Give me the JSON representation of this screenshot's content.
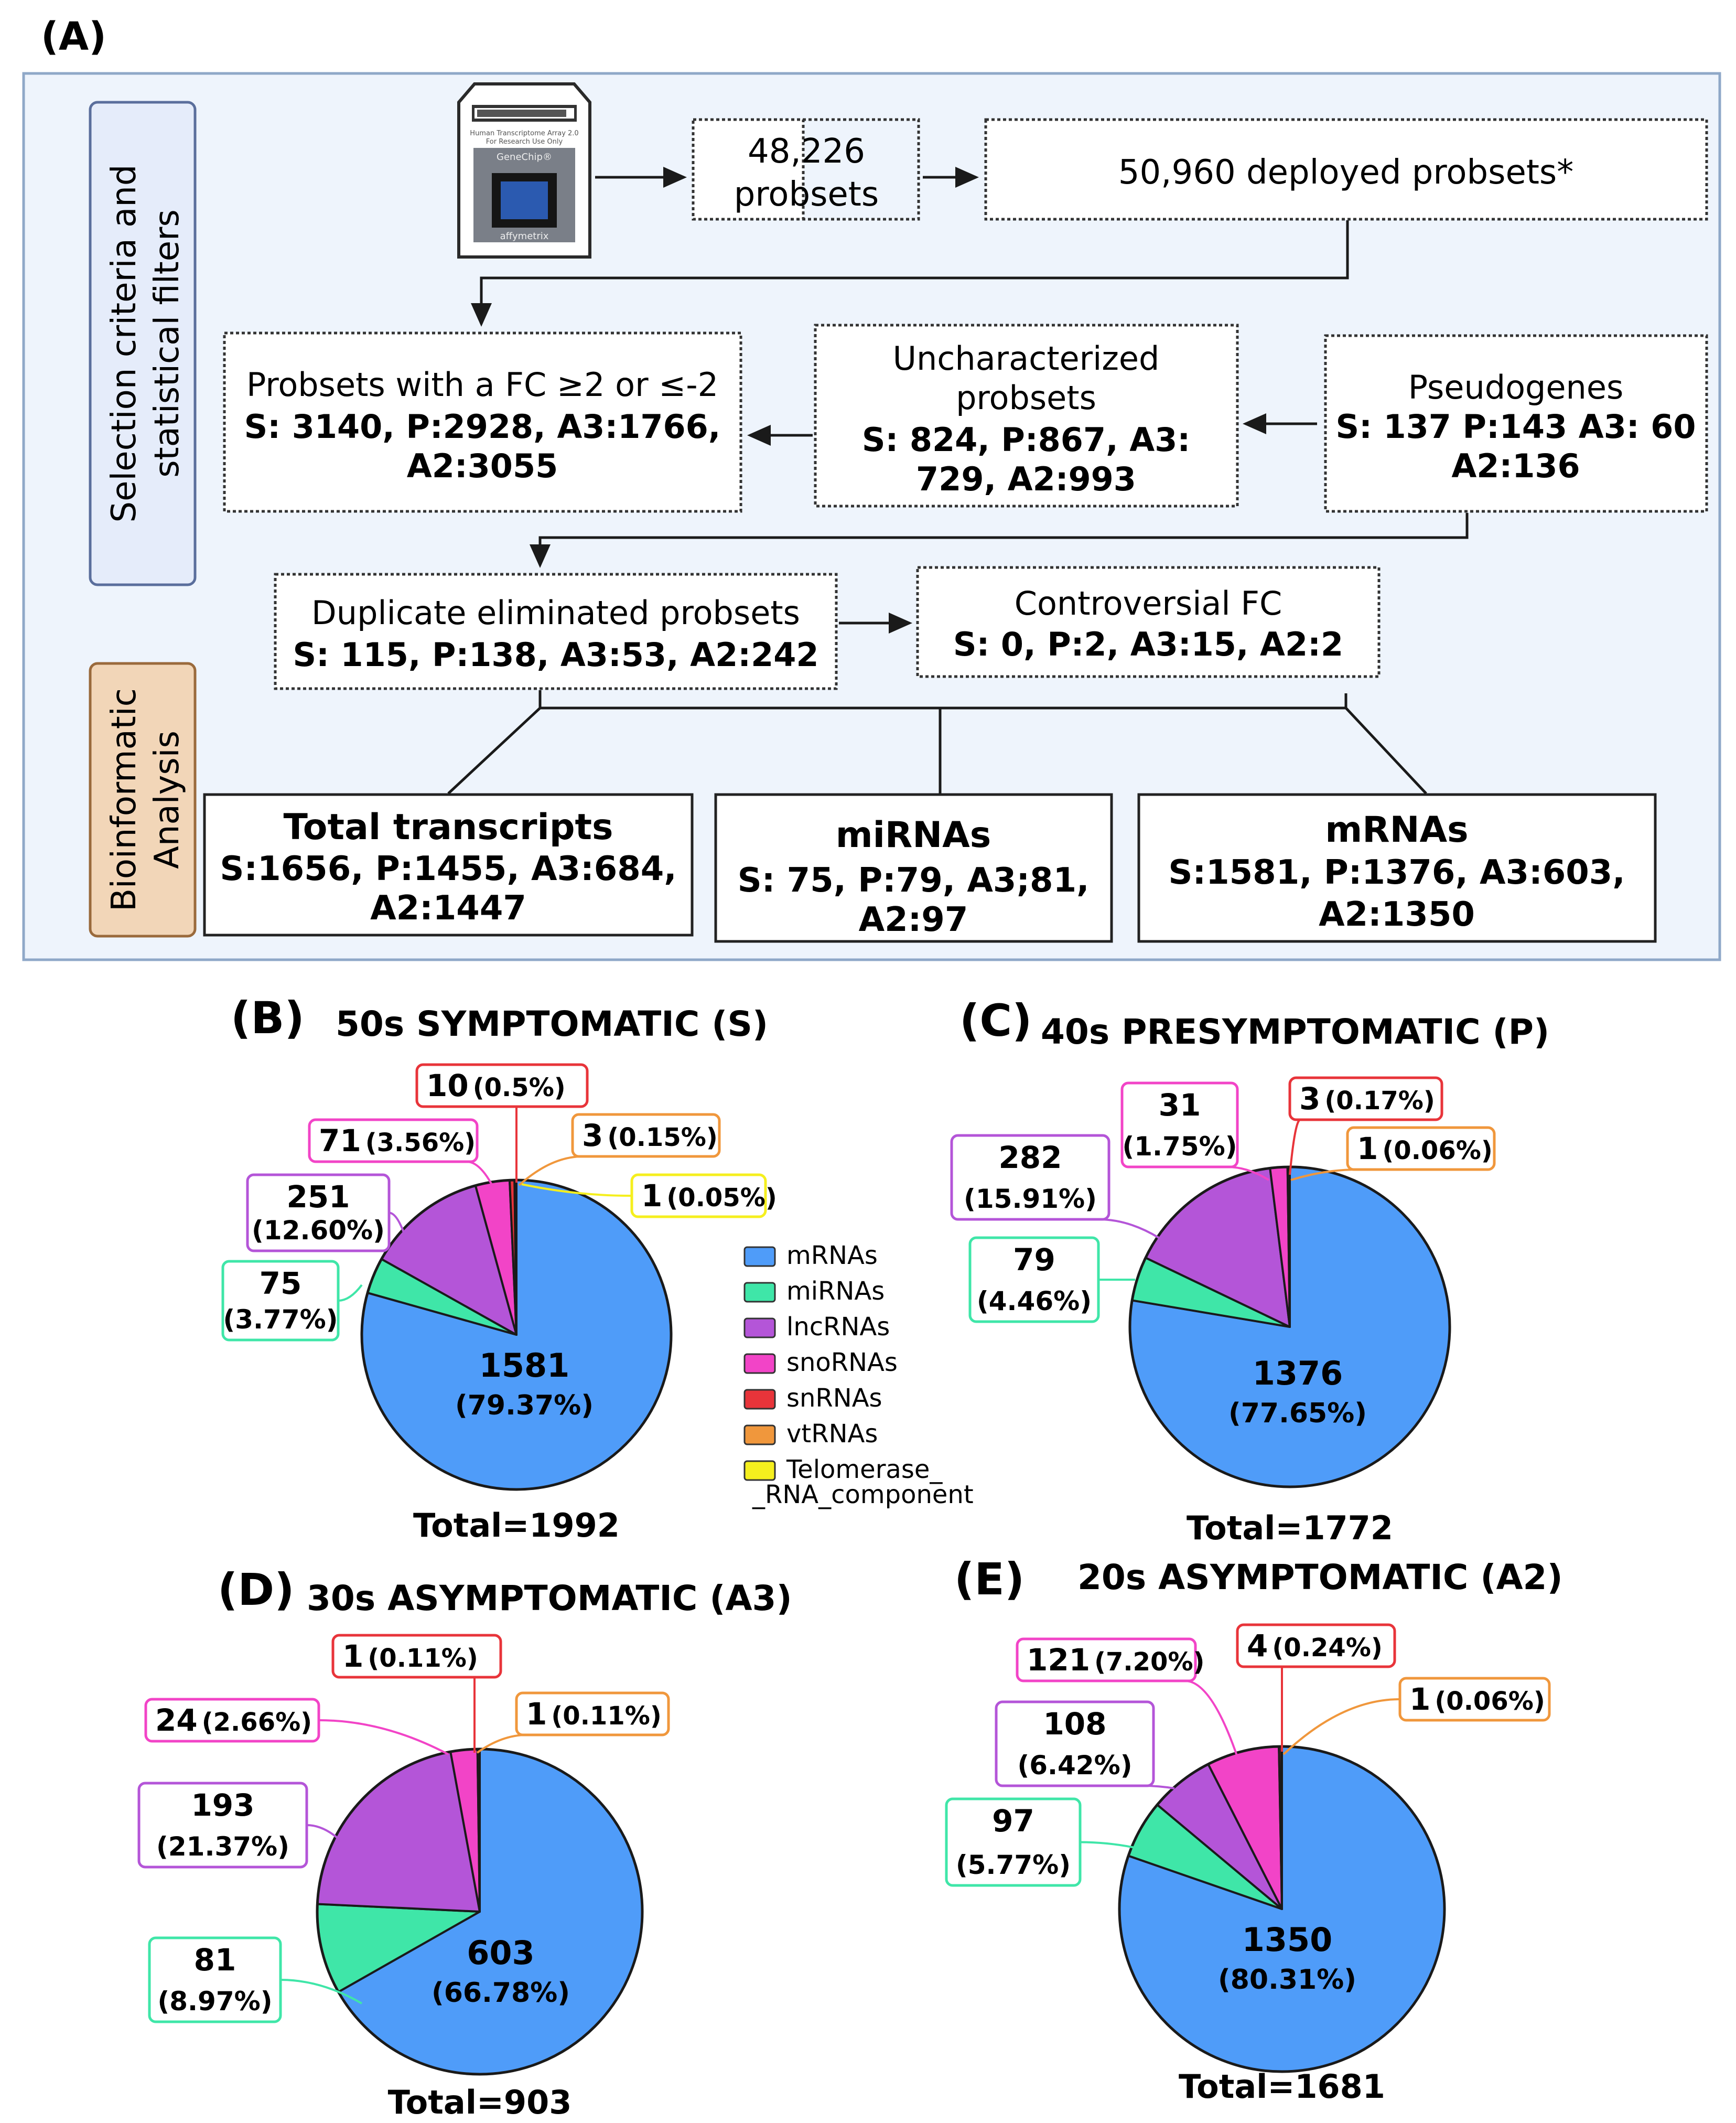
{
  "panel_a": {
    "label": "(A)",
    "side_top": [
      "Selection criteria and",
      "statistical filters"
    ],
    "side_bottom": [
      "Bioinformatic",
      "Analysis"
    ],
    "chip": {
      "lines": [
        "Human Transcriptome Array 2.0",
        "For Research Use Only"
      ],
      "brand": "GeneChip®",
      "maker": "affymetrix"
    },
    "box_probsets": [
      "48,226",
      "probsets"
    ],
    "box_deployed": [
      "50,960 deployed probsets*"
    ],
    "box_fc": {
      "lines": [
        "Probsets with a FC ≥2 or ≤-2"
      ],
      "bold": [
        "S: 3140, P:2928, A3:1766,",
        "A2:3055"
      ]
    },
    "box_unchar": {
      "lines": [
        "Uncharacterized",
        "probsets"
      ],
      "bold": [
        "S: 824, P:867, A3:",
        "729, A2:993"
      ]
    },
    "box_pseudo": {
      "lines": [
        "Pseudogenes"
      ],
      "bold": [
        "S: 137 P:143 A3: 60",
        "A2:136"
      ]
    },
    "box_dup": {
      "lines": [
        "Duplicate eliminated probsets"
      ],
      "bold": [
        "S: 115, P:138, A3:53, A2:242"
      ]
    },
    "box_contro": {
      "lines": [
        "Controversial FC"
      ],
      "bold": [
        "S: 0, P:2, A3:15, A2:2"
      ]
    },
    "box_total": {
      "head": "Total transcripts",
      "bold": [
        "S:1656, P:1455, A3:684,",
        "A2:1447"
      ]
    },
    "box_mirna": {
      "head": "miRNAs",
      "bold": [
        "S: 75, P:79, A3;81,",
        "A2:97"
      ]
    },
    "box_mrna": {
      "head": "mRNAs",
      "bold": [
        "S:1581, P:1376, A3:603,",
        "A2:1350"
      ]
    }
  },
  "colors": {
    "mRNAs": "#4f9cf9",
    "miRNAs": "#3fe6a8",
    "lncRNAs": "#b455d8",
    "snoRNAs": "#f244c7",
    "snRNAs": "#e8343a",
    "vtRNAs": "#f0973c",
    "Telomerase": "#f5ef1e",
    "panel_bg": "#eef4fc",
    "panel_border": "#8fa8c8",
    "side_top_bg": "#e5ecfa",
    "side_top_border": "#5a6e9c",
    "side_bottom_bg": "#f2d6b8",
    "side_bottom_border": "#9a6a3c"
  },
  "legend": {
    "items": [
      "mRNAs",
      "miRNAs",
      "lncRNAs",
      "snoRNAs",
      "snRNAs",
      "vtRNAs",
      "Telomerase_"
    ],
    "extra_line": "_RNA_component"
  },
  "chart_data": [
    {
      "type": "pie",
      "panel": "(B)",
      "title": "50s SYMPTOMATIC (S)",
      "total_label": "Total=1992",
      "slices": [
        {
          "name": "mRNAs",
          "value": 1581,
          "label": "1581",
          "pct": "(79.37%)"
        },
        {
          "name": "miRNAs",
          "value": 75,
          "label": "75",
          "pct": "(3.77%)"
        },
        {
          "name": "lncRNAs",
          "value": 251,
          "label": "251",
          "pct": "(12.60%)"
        },
        {
          "name": "snoRNAs",
          "value": 71,
          "label": "71",
          "pct": "(3.56%)"
        },
        {
          "name": "snRNAs",
          "value": 10,
          "label": "10",
          "pct": "(0.5%)"
        },
        {
          "name": "vtRNAs",
          "value": 3,
          "label": "3",
          "pct": "(0.15%)"
        },
        {
          "name": "Telomerase",
          "value": 1,
          "label": "1",
          "pct": "(0.05%)"
        }
      ]
    },
    {
      "type": "pie",
      "panel": "(C)",
      "title": "40s PRESYMPTOMATIC (P)",
      "total_label": "Total=1772",
      "slices": [
        {
          "name": "mRNAs",
          "value": 1376,
          "label": "1376",
          "pct": "(77.65%)"
        },
        {
          "name": "miRNAs",
          "value": 79,
          "label": "79",
          "pct": "(4.46%)"
        },
        {
          "name": "lncRNAs",
          "value": 282,
          "label": "282",
          "pct": "(15.91%)"
        },
        {
          "name": "snoRNAs",
          "value": 31,
          "label": "31",
          "pct": "(1.75%)"
        },
        {
          "name": "snRNAs",
          "value": 3,
          "label": "3",
          "pct": "(0.17%)"
        },
        {
          "name": "vtRNAs",
          "value": 1,
          "label": "1",
          "pct": "(0.06%)"
        }
      ]
    },
    {
      "type": "pie",
      "panel": "(D)",
      "title": "30s ASYMPTOMATIC (A3)",
      "total_label": "Total=903",
      "slices": [
        {
          "name": "mRNAs",
          "value": 603,
          "label": "603",
          "pct": "(66.78%)"
        },
        {
          "name": "miRNAs",
          "value": 81,
          "label": "81",
          "pct": "(8.97%)"
        },
        {
          "name": "lncRNAs",
          "value": 193,
          "label": "193",
          "pct": "(21.37%)"
        },
        {
          "name": "snoRNAs",
          "value": 24,
          "label": "24",
          "pct": "(2.66%)"
        },
        {
          "name": "snRNAs",
          "value": 1,
          "label": "1",
          "pct": "(0.11%)"
        },
        {
          "name": "vtRNAs",
          "value": 1,
          "label": "1",
          "pct": "(0.11%)"
        }
      ]
    },
    {
      "type": "pie",
      "panel": "(E)",
      "title": "20s ASYMPTOMATIC (A2)",
      "total_label": "Total=1681",
      "slices": [
        {
          "name": "mRNAs",
          "value": 1350,
          "label": "1350",
          "pct": "(80.31%)"
        },
        {
          "name": "miRNAs",
          "value": 97,
          "label": "97",
          "pct": "(5.77%)"
        },
        {
          "name": "lncRNAs",
          "value": 108,
          "label": "108",
          "pct": "(6.42%)"
        },
        {
          "name": "snoRNAs",
          "value": 121,
          "label": "121",
          "pct": "(7.20%)"
        },
        {
          "name": "snRNAs",
          "value": 4,
          "label": "4",
          "pct": "(0.24%)"
        },
        {
          "name": "vtRNAs",
          "value": 1,
          "label": "1",
          "pct": "(0.06%)"
        }
      ]
    }
  ]
}
